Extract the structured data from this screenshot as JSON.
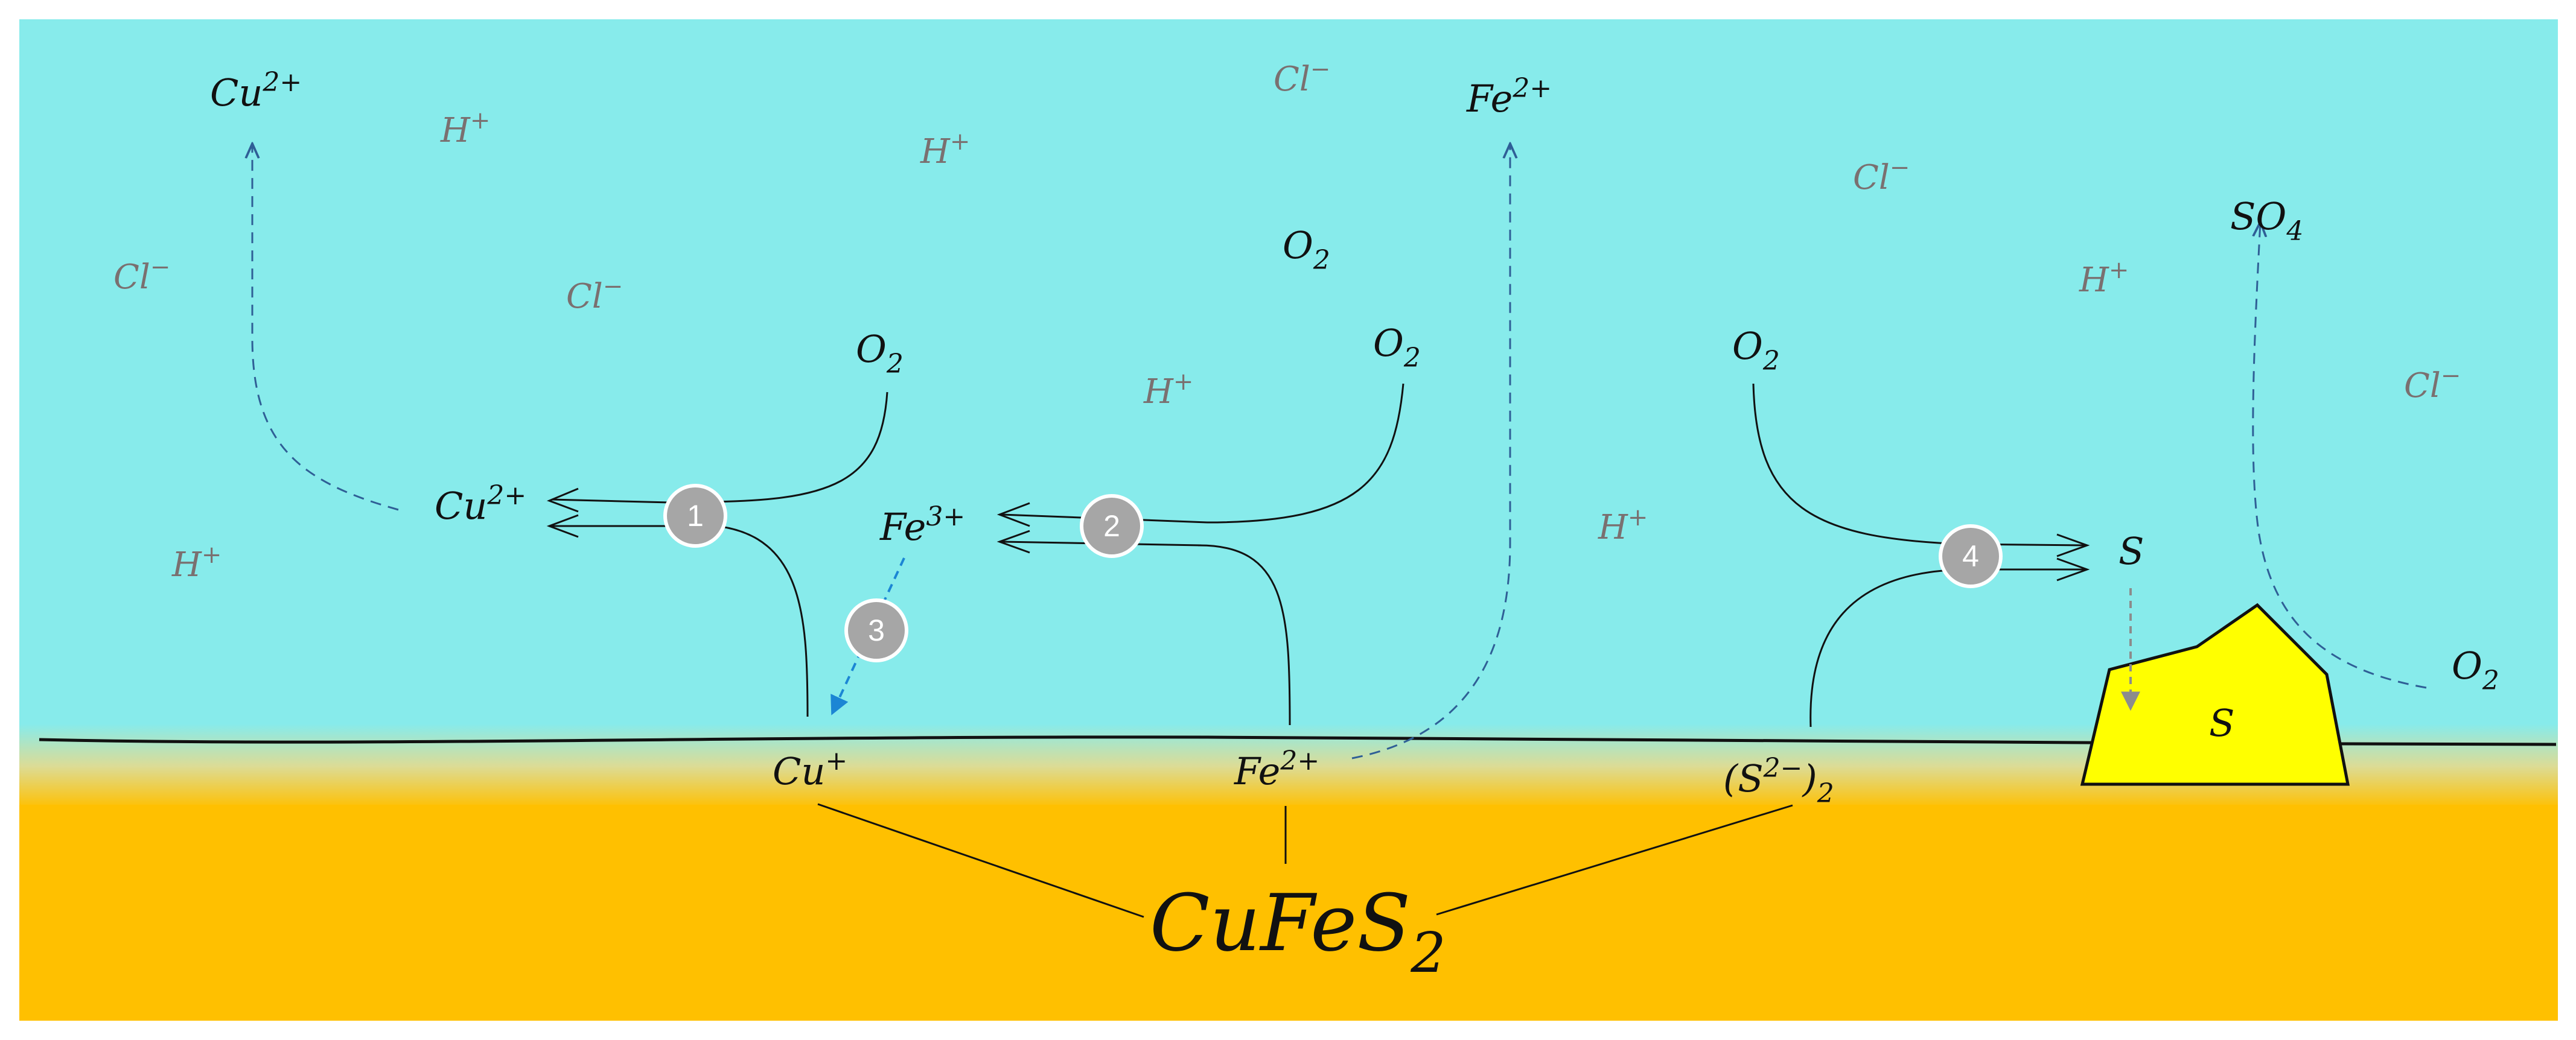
{
  "colors": {
    "solution": "#87EBEB",
    "mineral": "#FFC000",
    "sulfur": "#FFFF00",
    "reaction_line": "#111111",
    "transport_line": "#2F5F96",
    "step_circle": "#A6A6A6",
    "attack_arrow": "#1B86D4",
    "sulfur_drop_arrow": "#8C8C8C",
    "spectator_ion_text": "#7A7070"
  },
  "mineral": {
    "formula_main": "CuFeS",
    "formula_sub": "2"
  },
  "surface_species": {
    "cu_plus": {
      "base": "Cu",
      "sup": "+"
    },
    "fe2_plus": {
      "base": "Fe",
      "sup": "2+"
    },
    "disulfide": {
      "open": "(S",
      "sup": "2−",
      "close": ")",
      "sub": "2"
    }
  },
  "intermediate_species": {
    "cu2_plus": {
      "base": "Cu",
      "sup": "2+"
    },
    "fe3_plus": {
      "base": "Fe",
      "sup": "3+"
    },
    "sulfur": "S",
    "sulfur_deposit": "S"
  },
  "released_species": {
    "cu2_plus": {
      "base": "Cu",
      "sup": "2+"
    },
    "fe2_plus": {
      "base": "Fe",
      "sup": "2+"
    },
    "so4": {
      "base": "SO",
      "sub": "4"
    }
  },
  "oxygen_labels": [
    {
      "base": "O",
      "sub": "2"
    },
    {
      "base": "O",
      "sub": "2"
    },
    {
      "base": "O",
      "sub": "2"
    },
    {
      "base": "O",
      "sub": "2"
    },
    {
      "base": "O",
      "sub": "2"
    }
  ],
  "spectator_ions": {
    "h_plus": [
      {
        "base": "H",
        "sup": "+"
      },
      {
        "base": "H",
        "sup": "+"
      },
      {
        "base": "H",
        "sup": "+"
      },
      {
        "base": "H",
        "sup": "+"
      },
      {
        "base": "H",
        "sup": "+"
      },
      {
        "base": "H",
        "sup": "+"
      }
    ],
    "cl_minus": [
      {
        "base": "Cl",
        "sup": "−"
      },
      {
        "base": "Cl",
        "sup": "−"
      },
      {
        "base": "Cl",
        "sup": "−"
      },
      {
        "base": "Cl",
        "sup": "−"
      },
      {
        "base": "Cl",
        "sup": "−"
      }
    ]
  },
  "steps": [
    "1",
    "2",
    "3",
    "4"
  ]
}
